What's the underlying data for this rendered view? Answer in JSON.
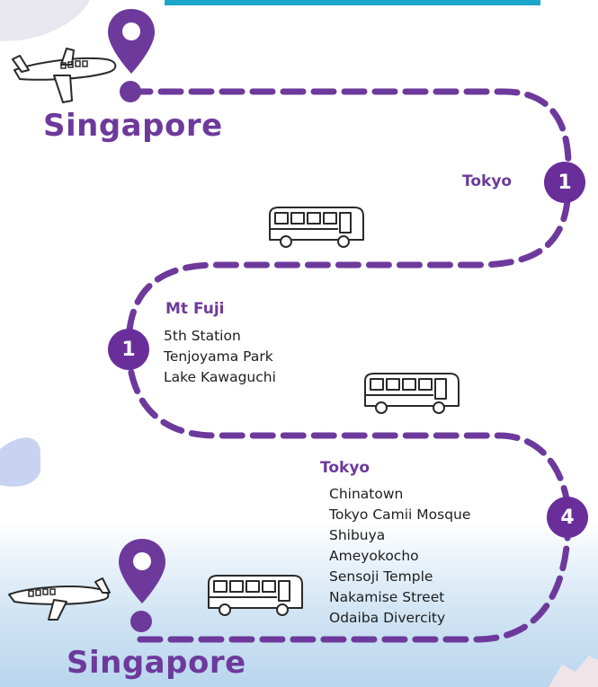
{
  "route": {
    "start_city": "Singapore",
    "end_city": "Singapore",
    "stops": [
      {
        "badge": "1",
        "title": "Tokyo",
        "places": []
      },
      {
        "badge": "1",
        "title": "Mt Fuji",
        "places": [
          "5th Station",
          "Tenjoyama Park",
          "Lake Kawaguchi"
        ]
      },
      {
        "badge": "4",
        "title": "Tokyo",
        "places": [
          "Chinatown",
          "Tokyo Camii Mosque",
          "Shibuya",
          "Ameyokocho",
          "Sensoji Temple",
          "Nakamise Street",
          "Odaiba Divercity"
        ]
      }
    ]
  },
  "icons": {
    "start_pin": "map-pin-icon",
    "end_pin": "map-pin-icon",
    "start_plane": "airplane-icon",
    "end_plane": "airplane-icon",
    "buses": [
      "bus-icon",
      "bus-icon",
      "bus-icon"
    ]
  },
  "colors": {
    "purple": "#6d3a9c",
    "badge": "#6a2e9a",
    "banner": "#1aa7c9",
    "sky": "#b9d6ee"
  }
}
